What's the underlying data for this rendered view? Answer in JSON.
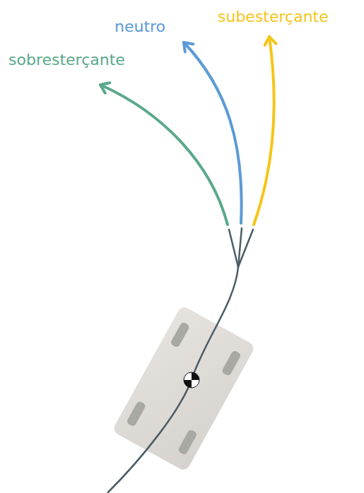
{
  "diagram": {
    "labels": [
      "sobresterçante",
      "neutro",
      "subesterçante"
    ]
  }
}
